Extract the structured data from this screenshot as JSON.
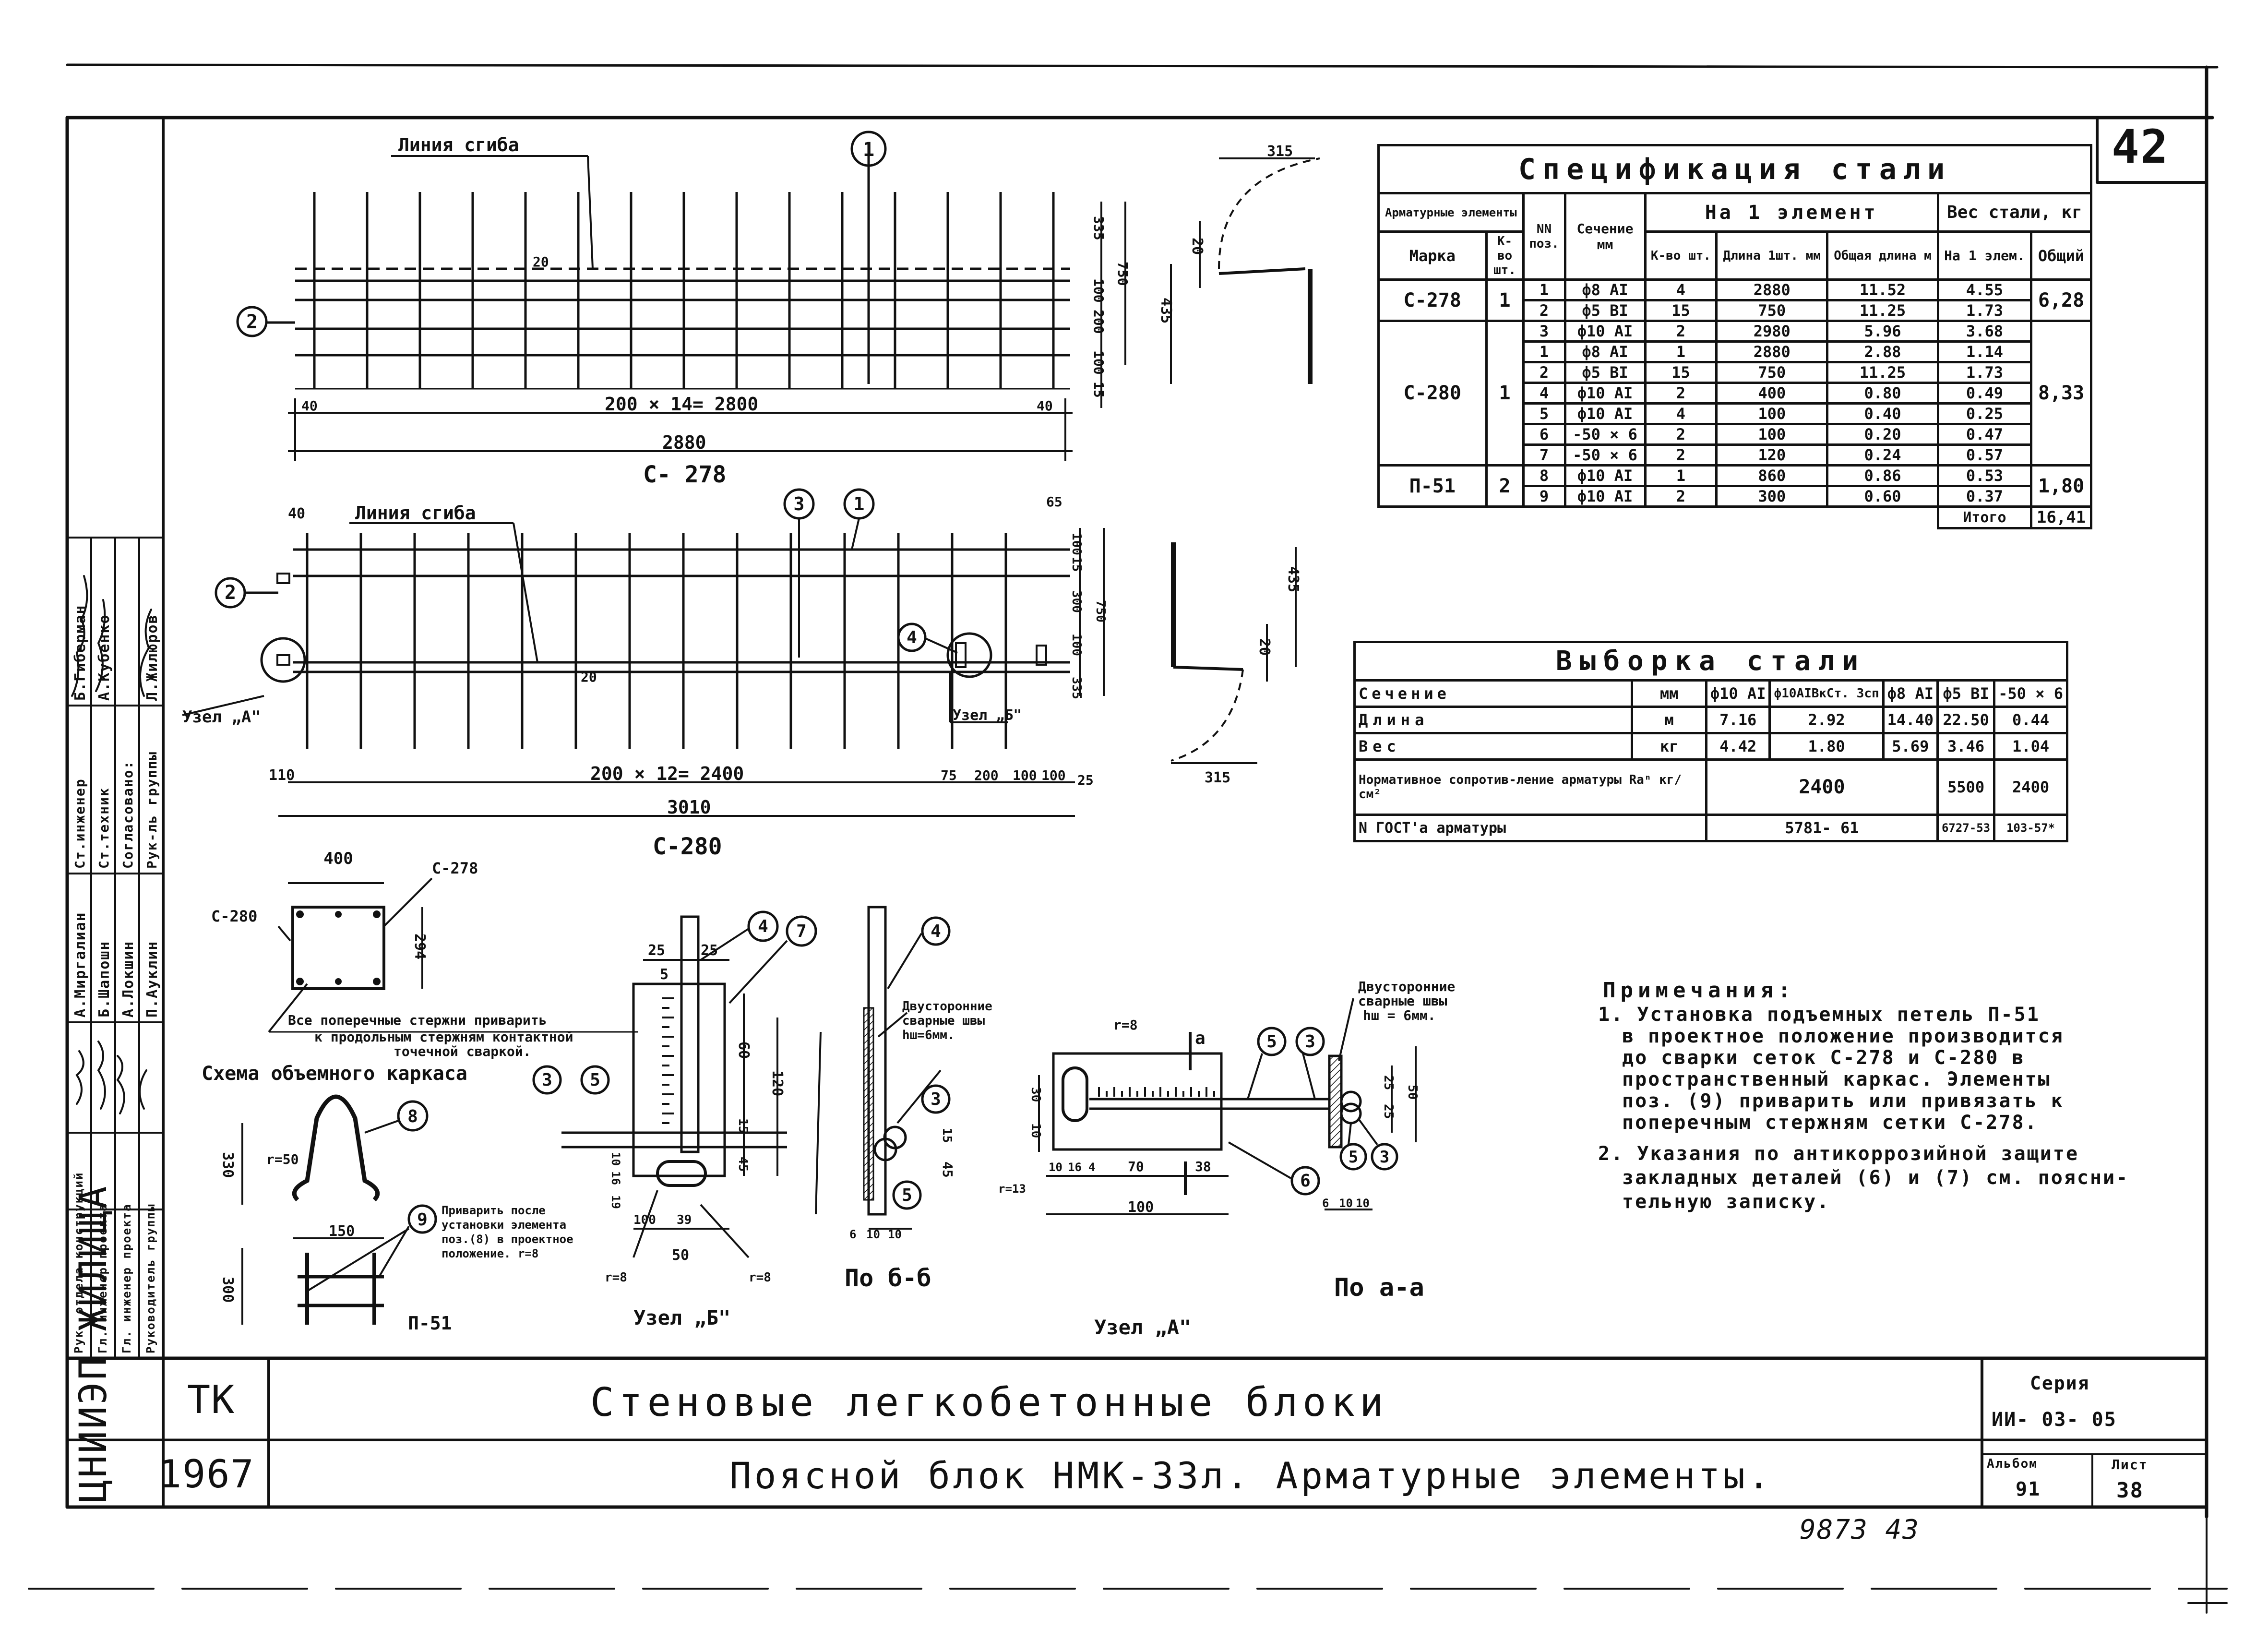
{
  "sheet_number": "42",
  "bottom_numbers": "9873  43",
  "mesh_c278": {
    "title": "С- 278",
    "bend_line": "Линия сгиба",
    "marker_1": "1",
    "marker_2": "2",
    "dim_total": "2880",
    "dim_spacing": "200 × 14= 2800",
    "dim_edge_l": "40",
    "dim_edge_r": "40",
    "dim_20": "20",
    "dim_v_335": "335",
    "dim_v_100a": "100",
    "dim_v_200": "200",
    "dim_v_100b": "100",
    "dim_v_15": "15",
    "dim_v_750": "750"
  },
  "side_top": {
    "dim_315": "315",
    "dim_20": "20",
    "dim_435": "435"
  },
  "mesh_c280": {
    "title": "С-280",
    "bend_line": "Линия сгиба",
    "marker_1": "1",
    "marker_2": "2",
    "marker_3": "3",
    "marker_4": "4",
    "node_a": "Узел „А\"",
    "node_b": "Узел „Б\"",
    "dim_40": "40",
    "dim_65": "65",
    "dim_20": "20",
    "dim_110": "110",
    "dim_spacing": "200 × 12= 2400",
    "dim_75": "75",
    "dim_200": "200",
    "dim_100a": "100",
    "dim_100b": "100",
    "dim_25": "25",
    "dim_total": "3010",
    "dim_v_100": "100",
    "dim_v_15": "15",
    "dim_v_300": "300",
    "dim_v_100b": "100",
    "dim_v_335": "335",
    "dim_v_750": "750"
  },
  "side_bottom": {
    "dim_435": "435",
    "dim_20": "20",
    "dim_315": "315"
  },
  "spec_table": {
    "title": "Спецификация стали",
    "h_elements": "Арматурные элементы",
    "h_mark": "Марка",
    "h_qty": "К-во шт.",
    "h_pos": "NN поз.",
    "h_section": "Сечение мм",
    "h_per_element": "На 1 элемент",
    "h_qty2": "К-во шт.",
    "h_len": "Длина 1шт. мм",
    "h_total_len": "Общая длина м",
    "h_weight": "Вес стали, кг",
    "h_per_elem": "На 1 элем.",
    "h_total": "Общий",
    "groups": [
      {
        "mark": "С-278",
        "qty": "1",
        "total": "6,28",
        "rows": [
          {
            "pos": "1",
            "sec": "ф8 АI",
            "n": "4",
            "len": "2880",
            "tl": "11.52",
            "w": "4.55"
          },
          {
            "pos": "2",
            "sec": "ф5 ВI",
            "n": "15",
            "len": "750",
            "tl": "11.25",
            "w": "1.73"
          }
        ]
      },
      {
        "mark": "С-280",
        "qty": "1",
        "total": "8,33",
        "rows": [
          {
            "pos": "3",
            "sec": "ф10 АI",
            "n": "2",
            "len": "2980",
            "tl": "5.96",
            "w": "3.68"
          },
          {
            "pos": "1",
            "sec": "ф8 АI",
            "n": "1",
            "len": "2880",
            "tl": "2.88",
            "w": "1.14"
          },
          {
            "pos": "2",
            "sec": "ф5 ВI",
            "n": "15",
            "len": "750",
            "tl": "11.25",
            "w": "1.73"
          },
          {
            "pos": "4",
            "sec": "ф10 АI",
            "n": "2",
            "len": "400",
            "tl": "0.80",
            "w": "0.49"
          },
          {
            "pos": "5",
            "sec": "ф10 АI",
            "n": "4",
            "len": "100",
            "tl": "0.40",
            "w": "0.25"
          },
          {
            "pos": "6",
            "sec": "-50 × 6",
            "n": "2",
            "len": "100",
            "tl": "0.20",
            "w": "0.47"
          },
          {
            "pos": "7",
            "sec": "-50 × 6",
            "n": "2",
            "len": "120",
            "tl": "0.24",
            "w": "0.57"
          }
        ]
      },
      {
        "mark": "П-51",
        "qty": "2",
        "total": "1,80",
        "rows": [
          {
            "pos": "8",
            "sec": "ф10 АI",
            "n": "1",
            "len": "860",
            "tl": "0.86",
            "w": "0.53"
          },
          {
            "pos": "9",
            "sec": "ф10 АI",
            "n": "2",
            "len": "300",
            "tl": "0.60",
            "w": "0.37"
          }
        ]
      }
    ],
    "total_label": "Итого",
    "total_value": "16,41"
  },
  "sample_table": {
    "title": "Выборка стали",
    "h_section": "Сечение",
    "h_mm": "мм",
    "cols": [
      "ф10 АI",
      "ф10АIВкСт. 3сп",
      "ф8 АI",
      "ф5 ВI",
      "-50 × 6"
    ],
    "len_label": "Длина",
    "len_unit": "м",
    "len_vals": [
      "7.16",
      "2.92",
      "14.40",
      "22.50",
      "0.44"
    ],
    "w_label": "Вес",
    "w_unit": "кг",
    "w_vals": [
      "4.42",
      "1.80",
      "5.69",
      "3.46",
      "1.04"
    ],
    "norm_label": "Нормативное сопротив-ление арматуры Rаⁿ кг/см²",
    "norm_a": "2400",
    "norm_b": "5500",
    "norm_c": "2400",
    "gost_label": "N ГОСТ'а арматуры",
    "gost_a": "5781- 61",
    "gost_b": "6727-53",
    "gost_c": "103-57*"
  },
  "notes": {
    "title": "Примечания:",
    "lines": [
      "1. Установка подъемных петель П-51",
      "в проектное положение производится",
      "до сварки сеток  С-278 и С-280 в",
      "пространственный каркас. Элементы",
      "поз. (9) приварить или привязать к",
      "поперечным стержням сетки С-278.",
      "2. Указания по антикоррозийной защите",
      "закладных деталей (6) и (7) см. поясни-",
      "тельную записку."
    ]
  },
  "frame_scheme": {
    "label_c280": "С-280",
    "label_c278": "С-278",
    "dim_400": "400",
    "dim_294": "294",
    "weld_note_1": "Все поперечные стержни приварить",
    "weld_note_2": "к продольным стержням контактной",
    "weld_note_3": "точечной сваркой.",
    "title": "Схема объемного каркаса"
  },
  "loop_p51": {
    "marker_8": "8",
    "marker_9": "9",
    "r": "r=50",
    "dim_330": "330",
    "dim_150": "150",
    "dim_300": "300",
    "label": "П-51",
    "weld_1": "Приварить после",
    "weld_2": "установки элемента",
    "weld_3": "поз.(8) в проектное",
    "weld_4": "положение.  r=8"
  },
  "node_b": {
    "marker_3": "3",
    "marker_5": "5",
    "marker_4": "4",
    "marker_7": "7",
    "dim_25a": "25",
    "dim_25b": "25",
    "dim_5": "5",
    "dim_60": "60",
    "dim_120": "120",
    "dim_15": "15",
    "dim_45": "45",
    "dim_10": "10",
    "dim_16": "16",
    "dim_19": "19",
    "dim_100": "100",
    "dim_39": "39",
    "dim_50": "50",
    "r8a": "r=8",
    "r8b": "r=8",
    "title": "Узел „Б\""
  },
  "section_bb": {
    "marker_4": "4",
    "marker_3": "3",
    "marker_5": "5",
    "weld_1": "Двусторонние",
    "weld_2": "сварные швы",
    "weld_3": "hш=6мм.",
    "dim_45": "45",
    "dim_15": "15",
    "dim_6": "6",
    "dim_10a": "10",
    "dim_10b": "10",
    "title": "По б-б"
  },
  "node_a": {
    "marker_5": "5",
    "marker_3": "3",
    "marker_6": "6",
    "r8": "r=8",
    "r13": "r=13",
    "a_mark": "a",
    "dim_30": "30",
    "dim_10": "10",
    "dim_10b": "10",
    "dim_16": "16",
    "dim_4": "4",
    "dim_70": "70",
    "dim_38": "38",
    "dim_100": "100",
    "title": "Узел „А\""
  },
  "section_aa": {
    "weld_1": "Двусторонние",
    "weld_2": "сварные швы",
    "weld_3": "hш = 6мм.",
    "marker_5": "5",
    "marker_3": "3",
    "dim_25a": "25",
    "dim_25b": "25",
    "dim_50": "50",
    "dim_6": "6",
    "dim_10a": "10",
    "dim_10b": "10",
    "title": "По а-а"
  },
  "title_block": {
    "org": "ЦНИИЭП ЖИЛИЩА",
    "tk": "ТК",
    "year": "1967",
    "line1": "Стеновые легкобетонные блоки",
    "line2": "Поясной  блок НМК-33л. Арматурные элементы.",
    "series_label": "Серия",
    "series": "ИИ- 03- 05",
    "album_label": "Альбом",
    "album": "91",
    "sheet_label": "Лист",
    "sheet": "38"
  },
  "stamp": {
    "rows": [
      {
        "role": "Рук. отдела конструкций",
        "name": "А.Миргалиан"
      },
      {
        "role": "Гл. инженер проекта",
        "name": "Б.Шапошн"
      },
      {
        "role": "Гл. инженер проекта",
        "name": "А.Локшин"
      },
      {
        "role": "Руководитель группы",
        "name": "П.Ауклин"
      }
    ],
    "col2": [
      {
        "role": "Ст.инженер",
        "name": "Б.Гиберман"
      },
      {
        "role": "Ст.техник",
        "name": "А.Кубенко"
      },
      {
        "role": "Согласовано:",
        "name": ""
      },
      {
        "role": "Рук-ль группы",
        "name": "Л.Жилюров"
      }
    ]
  }
}
